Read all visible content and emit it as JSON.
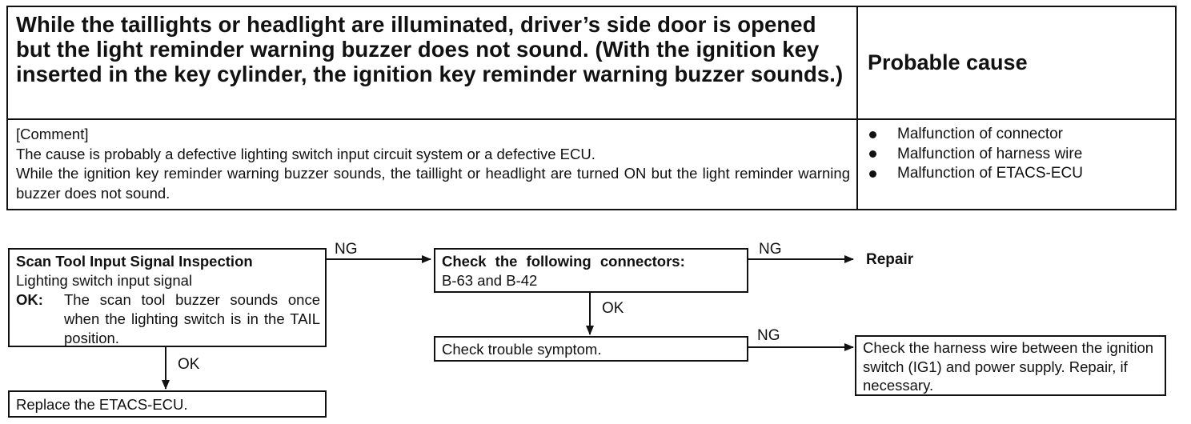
{
  "symptom_table": {
    "header_title": "While the taillights or headlight are illuminated, driver’s side door is opened but the light reminder warning buzzer does not sound. (With the ignition key inserted in the key cylinder, the ignition key reminder warning buzzer sounds.)",
    "probable_cause_header": "Probable cause",
    "comment_label": "[Comment]",
    "comment_line1": "The cause is probably a defective lighting switch input circuit system or a defective ECU.",
    "comment_line2": "While the ignition key reminder warning buzzer sounds, the taillight or headlight are turned ON but the light reminder warning buzzer does not sound.",
    "causes": [
      "Malfunction of connector",
      "Malfunction of harness wire",
      "Malfunction of ETACS-ECU"
    ]
  },
  "flowchart": {
    "step1": {
      "title": "Scan Tool Input Signal Inspection",
      "line2": "Lighting switch input signal",
      "ok_label": "OK:",
      "ok_text": "The scan tool buzzer sounds once when the lighting switch is in the TAIL position."
    },
    "step1_ok_result": "Replace the ETACS-ECU.",
    "step2": {
      "title": "Check the following connectors:",
      "line2": "B-63 and B-42"
    },
    "step2_ng_result": "Repair",
    "step3": "Check trouble symptom.",
    "step3_ng_result": "Check the harness wire between the ignition switch (IG1) and power supply. Repair, if necessary.",
    "labels": {
      "ng": "NG",
      "ok": "OK"
    }
  }
}
